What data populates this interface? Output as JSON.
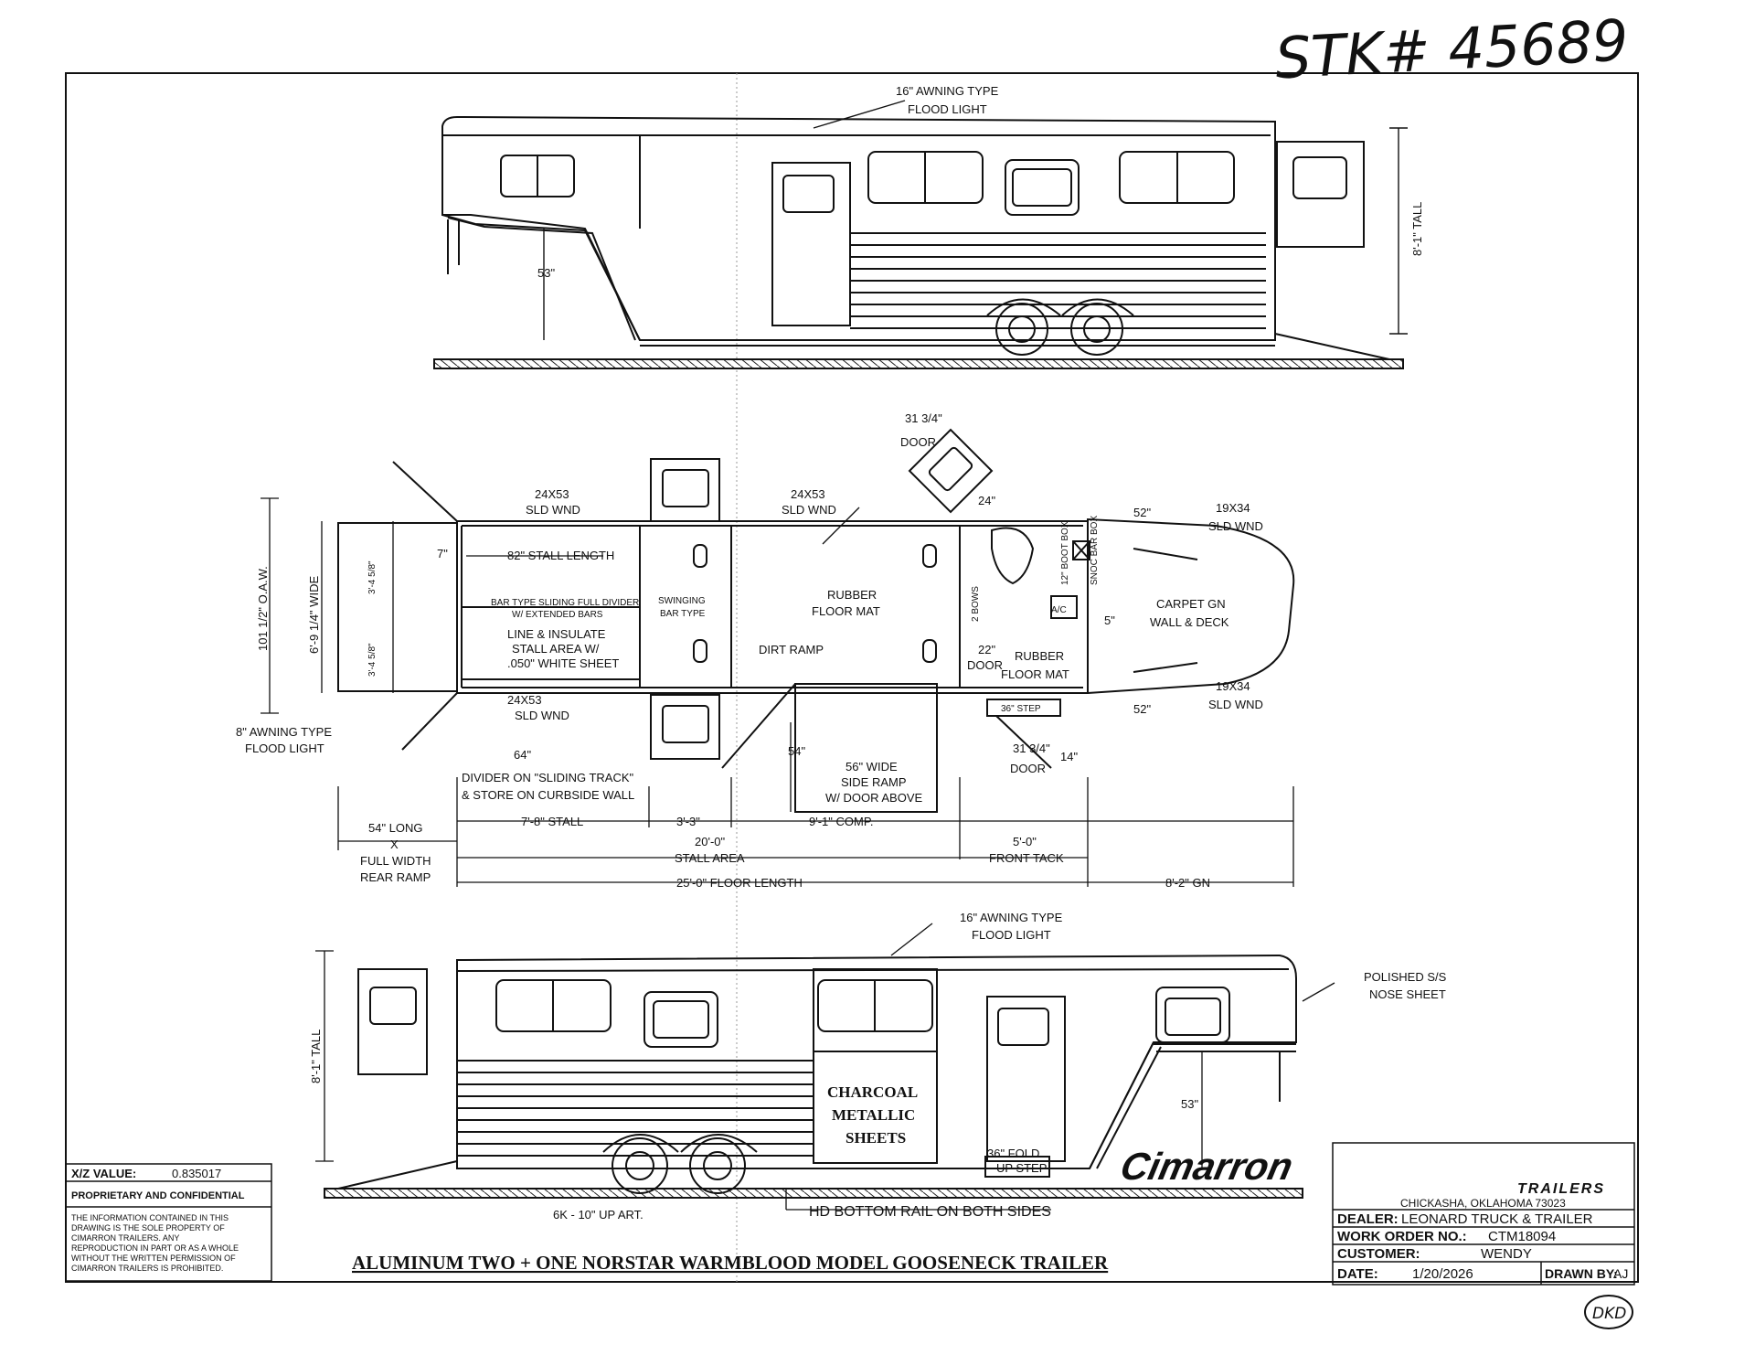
{
  "stock_number": "STK# 45689",
  "initials_stamp": "DKD",
  "title": "ALUMINUM TWO + ONE NORSTAR WARMBLOOD MODEL GOOSENECK TRAILER",
  "top_view": {
    "awning_light": [
      "16\" AWNING TYPE",
      "FLOOD LIGHT"
    ],
    "height": "8'-1\" TALL",
    "gooseneck_height": "53\""
  },
  "plan_view": {
    "dims": {
      "window_24x53_a": "24X53",
      "sld_wnd_a": "SLD WND",
      "window_24x53_b": "24X53",
      "sld_wnd_b": "SLD WND",
      "window_24x53_c": "24X53",
      "sld_wnd_c": "SLD WND",
      "door_31_top": "31 3/4\"",
      "door_top": "DOOR",
      "dim_24": "24\"",
      "dim_52_top": "52\"",
      "window_19x34_top": "19X34",
      "sld_wnd_top": "SLD WND",
      "dim_52_bottom": "52\"",
      "window_19x34_bottom": "19X34",
      "sld_wnd_bottom": "SLD WND",
      "oaw": "101 1/2\" O.A.W.",
      "wide": "6'-9 1/4\" WIDE",
      "half_a": "3'-4 5/8\"",
      "half_b": "3'-4 5/8\"",
      "dim_7": "7\"",
      "stall_length": "82\" STALL LENGTH",
      "divider": "BAR TYPE SLIDING FULL DIVIDER",
      "divider2": "W/ EXTENDED BARS",
      "swinging": "SWINGING",
      "swinging2": "BAR TYPE",
      "insulate1": "LINE & INSULATE",
      "insulate2": "STALL AREA W/",
      "insulate3": ".050\" WHITE SHEET",
      "rubber_mat1": "RUBBER",
      "rubber_mat2": "FLOOR MAT",
      "dirt_ramp": "DIRT RAMP",
      "bows": "2 BOWS",
      "boot_box": "12\" BOOT BOX",
      "snoc": "SNOC BAR BOX",
      "ac": "A/C",
      "dim_5": "5\"",
      "carpet1": "CARPET GN",
      "carpet2": "WALL & DECK",
      "dim_22": "22\"",
      "door_22": "DOOR",
      "rubber2a": "RUBBER",
      "rubber2b": "FLOOR MAT",
      "step_36": "36\" STEP",
      "door_31_bottom": "31 3/4\"",
      "door_bottom": "DOOR",
      "dim_14": "14\"",
      "awning_8a": "8\" AWNING TYPE",
      "awning_8b": "FLOOD LIGHT",
      "dim_64": "64\"",
      "divider_track1": "DIVIDER ON \"SLIDING TRACK\"",
      "divider_track2": "& STORE ON CURBSIDE WALL",
      "dim_54": "54\"",
      "side_ramp1": "56\" WIDE",
      "side_ramp2": "SIDE RAMP",
      "side_ramp3": "W/ DOOR ABOVE",
      "rear_ramp1": "54\" LONG",
      "rear_ramp2": "X",
      "rear_ramp3": "FULL WIDTH",
      "rear_ramp4": "REAR RAMP",
      "stall_78": "7'-8\" STALL",
      "dim_33": "3'-3\"",
      "comp": "9'-1\" COMP.",
      "stall_area_len": "20'-0\"",
      "stall_area": "STALL AREA",
      "front_tack_len": "5'-0\"",
      "front_tack": "FRONT TACK",
      "floor_length": "25'-0\" FLOOR LENGTH",
      "gn": "8'-2\" GN"
    }
  },
  "bottom_view": {
    "awning_light": [
      "16\" AWNING TYPE",
      "FLOOD LIGHT"
    ],
    "nose": [
      "POLISHED S/S",
      "NOSE SHEET"
    ],
    "height": "8'-1\" TALL",
    "gooseneck_height": "53\"",
    "sheets": [
      "CHARCOAL",
      "METALLIC",
      "SHEETS"
    ],
    "fold_step": [
      "36\" FOLD",
      "UP STEP"
    ],
    "axle": "6K - 10\" UP ART.",
    "bottom_rail": "HD BOTTOM RAIL ON BOTH SIDES"
  },
  "legal": {
    "xz_label": "X/Z VALUE:",
    "xz_value": "0.835017",
    "heading": "PROPRIETARY AND CONFIDENTIAL",
    "lines": [
      "THE INFORMATION CONTAINED IN THIS",
      "DRAWING IS THE SOLE PROPERTY OF",
      "CIMARRON TRAILERS. ANY",
      "REPRODUCTION IN PART OR AS A WHOLE",
      "WITHOUT THE WRITTEN PERMISSION OF",
      "CIMARRON TRAILERS IS PROHIBITED."
    ]
  },
  "title_block": {
    "brand": "Cimarron",
    "brand_sub": "TRAILERS",
    "location": "CHICKASHA, OKLAHOMA 73023",
    "dealer_label": "DEALER:",
    "dealer": "LEONARD TRUCK & TRAILER",
    "work_order_label": "WORK ORDER NO.:",
    "work_order": "CTM18094",
    "customer_label": "CUSTOMER:",
    "customer": "WENDY",
    "date_label": "DATE:",
    "date": "1/20/2026",
    "drawn_by_label": "DRAWN BY:",
    "drawn_by": "AJ"
  }
}
